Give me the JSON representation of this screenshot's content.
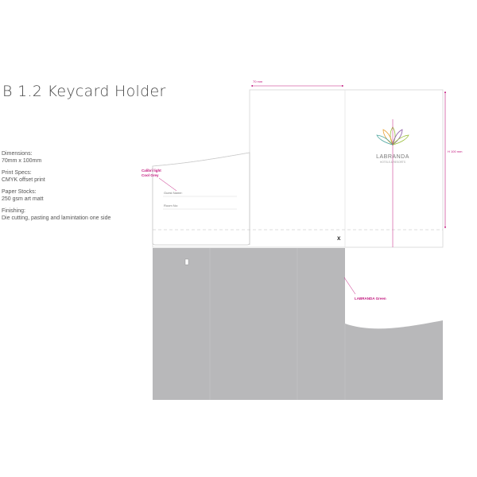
{
  "page_title": "B 1.2 Keycard Holder",
  "specs": [
    {
      "label": "Dimensions:",
      "value": "70mm x 100mm"
    },
    {
      "label": "Print Specs:",
      "value": "CMYK offset print"
    },
    {
      "label": "Paper Stocks:",
      "value": "250 gsm art matt"
    },
    {
      "label": "Finishing:",
      "value": "Die cutting, pasting and lamintation one side"
    }
  ],
  "dieline": {
    "width_label": "70 mm",
    "height_label": "H 100 mm",
    "font_annotation": [
      "Calibri light",
      "Cool Grey"
    ],
    "form_fields": [
      "Guest Name:",
      "Room No:"
    ],
    "color_annotation": "LABRANDA Green",
    "cut_mark": "x",
    "logo_wordmark": "LABRANDA",
    "logo_tagline": "HOTELS & RESORTS"
  },
  "colors": {
    "annotation": "#c2187e",
    "panel_grey": "#b8b8ba",
    "outline": "#cfcfcf",
    "logo_green": "#9bbf3b",
    "logo_orange": "#e8a23a",
    "logo_purple": "#8c5aa6",
    "logo_teal": "#4fa7a0"
  }
}
